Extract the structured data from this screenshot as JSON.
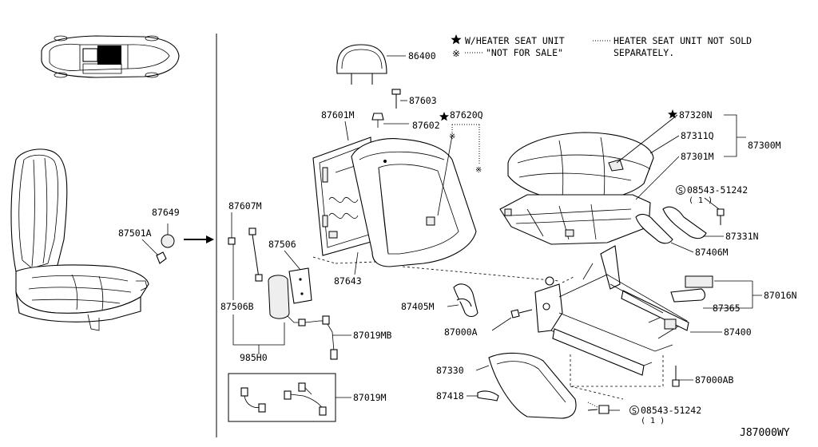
{
  "legend": {
    "star_text": "W/HEATER SEAT UNIT",
    "note_line1": "HEATER SEAT UNIT NOT SOLD",
    "note_line2": "SEPARATELY.",
    "nfs_text": "\"NOT FOR SALE\""
  },
  "diagram_id": "J87000WY",
  "parts": {
    "p86400": "86400",
    "p87603": "87603",
    "p87601M": "87601M",
    "p87602": "87602",
    "p87620Q": "87620Q",
    "p87320N": "87320N",
    "p87311Q": "87311Q",
    "p87301M": "87301M",
    "p87300M": "87300M",
    "p08543a": "08543-51242",
    "p08543a_qty": "( 1 )",
    "p87331N": "87331N",
    "p87406M": "87406M",
    "p87649": "87649",
    "p87501A": "87501A",
    "p87607M": "87607M",
    "p87506": "87506",
    "p87643": "87643",
    "p87506B": "87506B",
    "p985H0": "985H0",
    "p87019MB": "87019MB",
    "p87019M": "87019M",
    "p87405M": "87405M",
    "p87000A": "87000A",
    "p87016N": "87016N",
    "p87365": "87365",
    "p87400": "87400",
    "p87330": "87330",
    "p87418": "87418",
    "p87000AB": "87000AB",
    "p08543b": "08543-51242",
    "p08543b_qty": "( 1 )"
  }
}
